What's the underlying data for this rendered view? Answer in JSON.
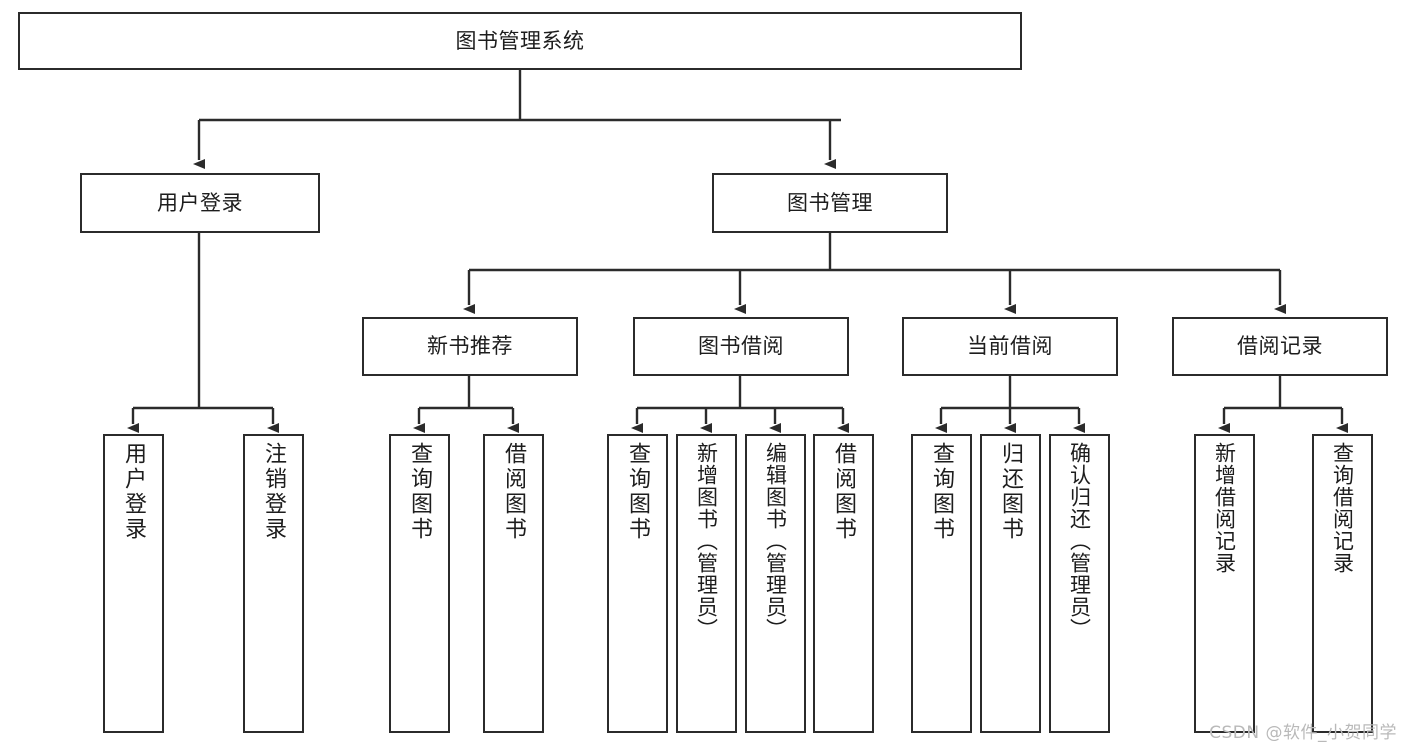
{
  "diagram": {
    "title": "图书管理系统",
    "type": "tree",
    "stroke_color": "#2b2b2b",
    "fill_color": "#ffffff",
    "text_color": "#1d1d1d"
  },
  "nodes": {
    "root": {
      "label": "图书管理系统"
    },
    "level2": [
      {
        "label": "用户登录"
      },
      {
        "label": "图书管理"
      }
    ],
    "level3": [
      {
        "label": "新书推荐"
      },
      {
        "label": "图书借阅"
      },
      {
        "label": "当前借阅"
      },
      {
        "label": "借阅记录"
      }
    ],
    "leaves_user_login": [
      {
        "label": "用户登录"
      },
      {
        "label": "注销登录"
      }
    ],
    "leaves_new_book": [
      {
        "label": "查询图书"
      },
      {
        "label": "借阅图书"
      }
    ],
    "leaves_borrow": [
      {
        "label": "查询图书"
      },
      {
        "label": "新增图书（管理员）"
      },
      {
        "label": "编辑图书（管理员）"
      },
      {
        "label": "借阅图书"
      }
    ],
    "leaves_current": [
      {
        "label": "查询图书"
      },
      {
        "label": "归还图书"
      },
      {
        "label": "确认归还（管理员）"
      }
    ],
    "leaves_record": [
      {
        "label": "新增借阅记录"
      },
      {
        "label": "查询借阅记录"
      }
    ]
  },
  "watermark": {
    "text": "CSDN @软件_小贺同学"
  }
}
